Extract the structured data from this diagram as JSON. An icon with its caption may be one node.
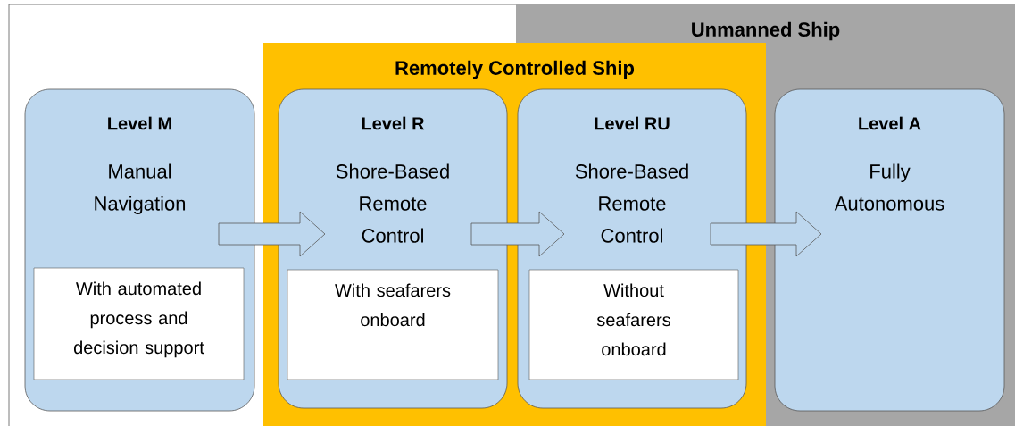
{
  "diagram": {
    "nodes": [
      {
        "text": [
          "Unmanned Ship"
        ]
      },
      {
        "text": [
          "Remotely Controlled Ship"
        ]
      },
      {
        "text": [
          "Level M",
          "Manual Navigation"
        ]
      },
      {
        "text": [
          "With automated process and decision support"
        ],
        "in": 2
      },
      {
        "text": [
          "Level R",
          "Shore-Based Remote Control"
        ],
        "in": 1
      },
      {
        "text": [
          "With seafarers onboard"
        ],
        "in": 4
      },
      {
        "text": [
          "Level RU",
          "Shore-Based Remote Control"
        ]
      },
      {
        "text": [
          "Without seafarers onboard"
        ],
        "in": 6
      },
      {
        "text": [
          "Level A",
          "Fully Autonomous"
        ],
        "in": 0
      }
    ],
    "edges": [
      {
        "from": 2,
        "to": 4,
        "arrow": "to"
      },
      {
        "from": 4,
        "to": 6,
        "arrow": "to"
      },
      {
        "from": 6,
        "to": 8,
        "arrow": "to"
      }
    ]
  }
}
